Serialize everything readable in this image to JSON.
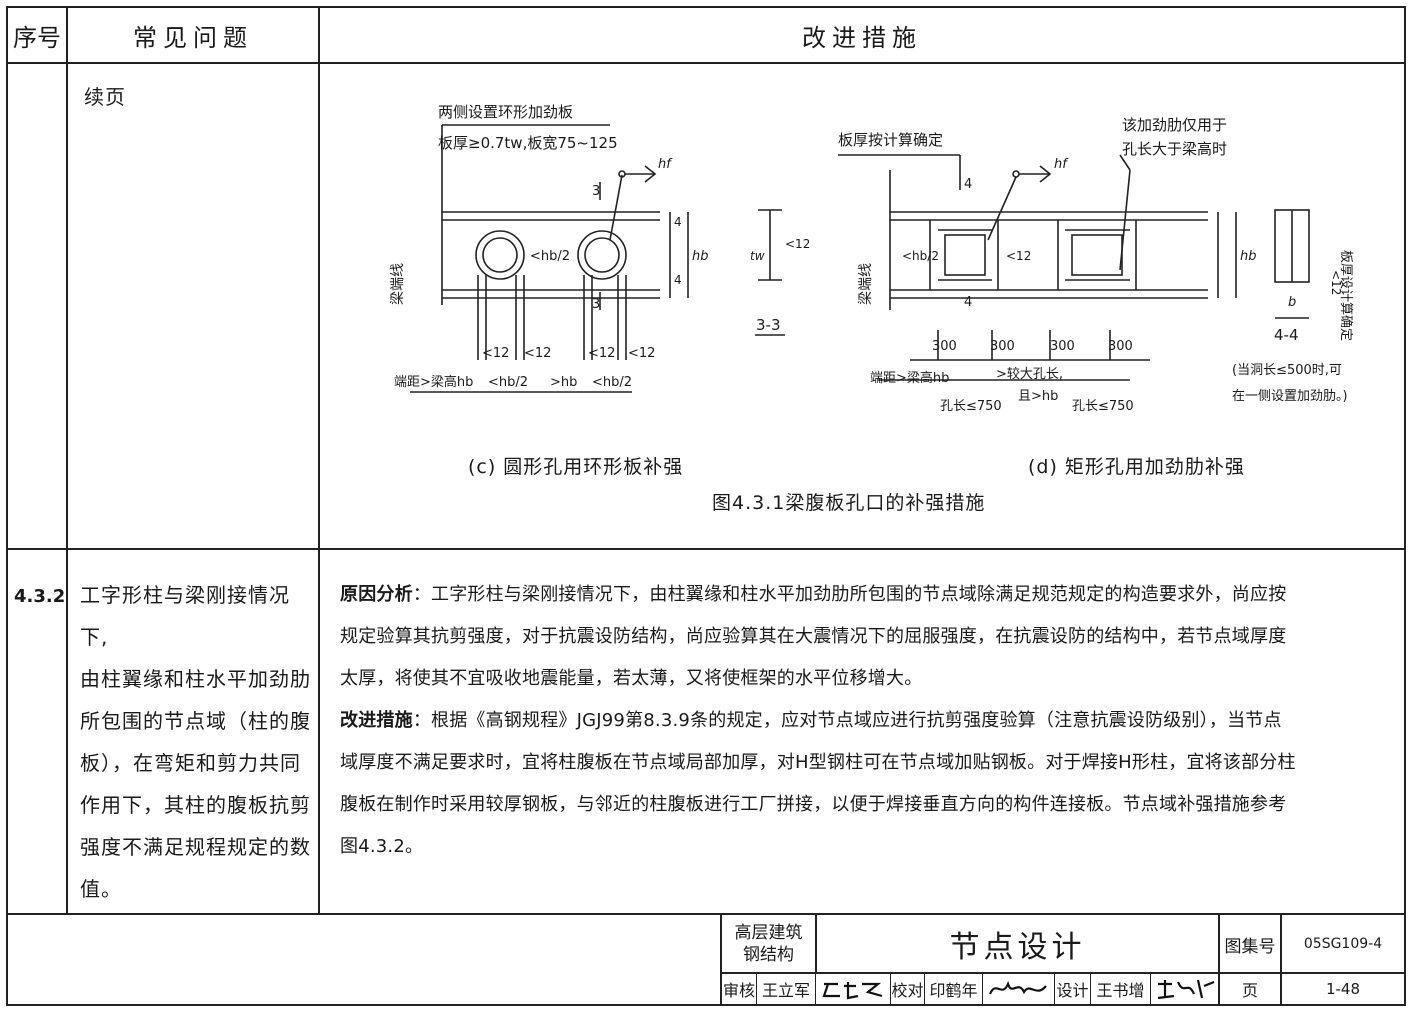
{
  "header": {
    "col_no": "序号",
    "col_problem": "常见问题",
    "col_fix": "改进措施"
  },
  "row1": {
    "problem": "续页",
    "figure": {
      "caption_c": "(c)  圆形孔用环形板补强",
      "caption_d": "(d)  矩形孔用加劲肋补强",
      "caption_main": "图4.3.1梁腹板孔口的补强措施",
      "c_note1": "两侧设置环形加劲板",
      "c_note2": "板厚≥0.7tw,板宽75~125",
      "c_beam_end": "梁端线",
      "c_dim_end": "端距>梁高hb",
      "c_dim_half1": "<hb/2",
      "c_dim_gap": ">hb",
      "c_dim_half2": "<hb/2",
      "c_dim_12a": "<12",
      "c_dim_12b": "<12",
      "c_dim_12c": "<12",
      "c_dim_12d": "<12",
      "c_hole_half": "<hb/2",
      "c_hb": "hb",
      "c_hf": "hf",
      "c_section_mark": "3",
      "c_section_title": "3-3",
      "c_sec_tw": "tw",
      "c_sec_12": "<12",
      "c_sec_4a": "4",
      "c_sec_4b": "4",
      "d_note1": "板厚按计算确定",
      "d_note2": "该加劲肋仅用于",
      "d_note3": "孔长大于梁高时",
      "d_beam_end": "梁端线",
      "d_dim_300a": "300",
      "d_dim_300b": "300",
      "d_dim_300c": "300",
      "d_dim_300d": "300",
      "d_dim_end": "端距>梁高hb",
      "d_dim_mid": ">较大孔长,",
      "d_dim_mid2": "且>hb",
      "d_len1": "孔长≤750",
      "d_len2": "孔长≤750",
      "d_half": "<hb/2",
      "d_12": "<12",
      "d_hb": "hb",
      "d_hf": "hf",
      "d_section_mark": "4",
      "d_section_title": "4-4",
      "d_sec_b": "b",
      "d_sec_note": "板厚设计算确定",
      "d_sec_12": "<12",
      "d_note_side1": "(当洞长≤500时,可",
      "d_note_side2": "在一侧设置加劲肋。)"
    }
  },
  "row2": {
    "no": "4.3.2",
    "problem_lines": [
      "工字形柱与梁刚接情况下,",
      "由柱翼缘和柱水平加劲肋",
      "所包围的节点域（柱的腹",
      "板），在弯矩和剪力共同",
      "作用下，其柱的腹板抗剪",
      "强度不满足规程规定的数",
      "值。"
    ],
    "cause_label": "原因分析",
    "cause_lines": [
      "：工字形柱与梁刚接情况下，由柱翼缘和柱水平加劲肋所包围的节点域除满足规范规定的构造要求外，尚应按",
      "规定验算其抗剪强度，对于抗震设防结构，尚应验算其在大震情况下的屈服强度，在抗震设防的结构中，若节点域厚度",
      "太厚，将使其不宜吸收地震能量，若太薄，又将使框架的水平位移增大。"
    ],
    "fix_label": "改进措施",
    "fix_lines": [
      "：根据《高钢规程》JGJ99第8.3.9条的规定，应对节点域应进行抗剪强度验算（注意抗震设防级别），当节点",
      "域厚度不满足要求时，宜将柱腹板在节点域局部加厚，对H型钢柱可在节点域加贴钢板。对于焊接H形柱，宜将该部分柱",
      "腹板在制作时采用较厚钢板，与邻近的柱腹板进行工厂拼接，以便于焊接垂直方向的构件连接板。节点域补强措施参考",
      "图4.3.2。"
    ]
  },
  "title_block": {
    "category": "高层建筑钢结构",
    "category_l1": "高层建筑",
    "category_l2": "钢结构",
    "title": "节点设计",
    "atlas_label": "图集号",
    "atlas_no": "05SG109-4",
    "review_label": "审核",
    "reviewer": "王立军",
    "check_label": "校对",
    "checker": "印鹤年",
    "design_label": "设计",
    "designer": "王书增",
    "page_label": "页",
    "page_no": "1-48"
  }
}
